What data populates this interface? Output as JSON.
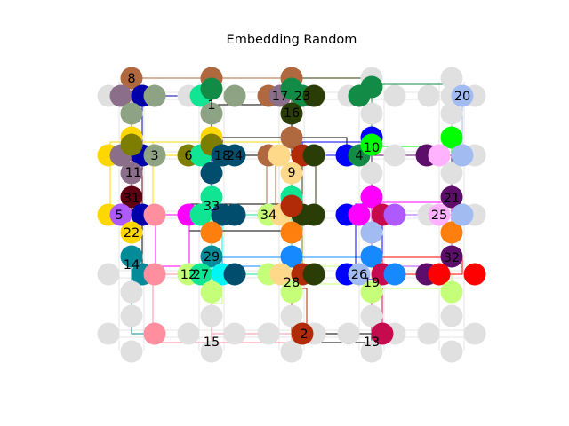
{
  "title": "Embedding Random",
  "chart_data": {
    "type": "graph-embedding",
    "title": "Embedding Random",
    "labels_visible": [
      "1",
      "2",
      "3",
      "4",
      "5",
      "6",
      "8",
      "9",
      "10",
      "11",
      "12",
      "13",
      "14",
      "15",
      "16",
      "17",
      "18",
      "19",
      "20",
      "21",
      "22",
      "23",
      "24",
      "25",
      "26",
      "27",
      "28",
      "29",
      "31",
      "32",
      "33",
      "34"
    ],
    "grid": "5 columns x 5 rows of light-grey node positions with connecting lines",
    "colors": {
      "grey": "#e0e0e0",
      "brown": "#b0693e",
      "orange": "#ff7f0e",
      "gold": "#ffd700",
      "dark_green": "#2b3d07",
      "green": "#118b46",
      "mint": "#10e593",
      "blue": "#0000ff",
      "navy": "#0000aa",
      "magenta": "#ff00ff",
      "purple": "#5d0e6b",
      "crimson": "#c7094d",
      "red": "#ff0000",
      "lime": "#00ff00",
      "light_lime": "#c5ff7a",
      "olive": "#7d7d00",
      "sage": "#8ea383",
      "mauve": "#8a6e8a",
      "teal": "#048b9a",
      "cyan": "#00f5f5",
      "dark_teal": "#004d6e",
      "maroon": "#5e0012",
      "pink": "#ff8f9f",
      "light_pink": "#ffb2ff",
      "periwinkle": "#a2bbf1",
      "lavender": "#af5aff",
      "peach": "#ffd98a",
      "rust": "#b22b08",
      "sky": "#1689ff"
    }
  }
}
